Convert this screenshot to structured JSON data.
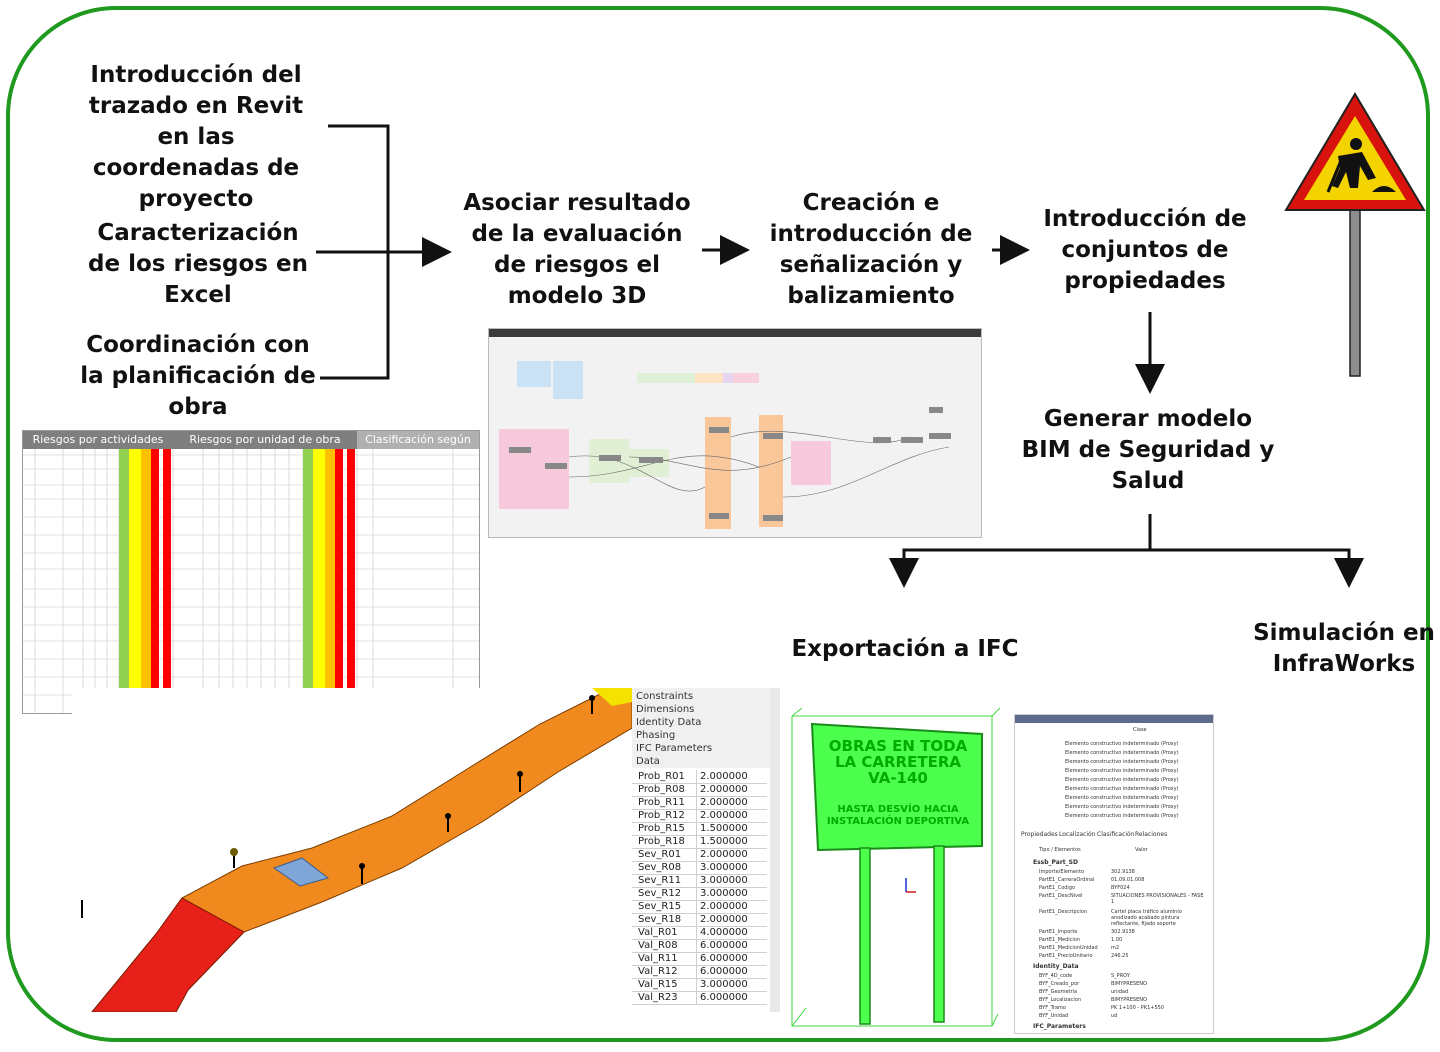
{
  "colors": {
    "border": "#1f9a1f",
    "risk_red": "#ff0000",
    "risk_yellow": "#ffff00",
    "risk_green": "#92d050",
    "road_orange": "#f08a1f",
    "road_red": "#e8201a",
    "sign_green": "#4cff4c"
  },
  "inputs": {
    "step1": "Introducción del trazado en Revit en las coordenadas de proyecto",
    "step2": "Caracterización de los riesgos en Excel",
    "step3": "Coordinación con la planificación de obra"
  },
  "flow": {
    "associate": "Asociar resultado de la evaluación de riesgos el modelo 3D",
    "signage": "Creación e introducción de señalización y balizamiento",
    "property_sets": "Introducción de conjuntos de propiedades",
    "generate": "Generar modelo BIM de Seguridad y Salud",
    "export_ifc": "Exportación a IFC",
    "simulation": "Simulación en InfraWorks"
  },
  "risk_table": {
    "headers": [
      "Riesgos por actividades",
      "Riesgos por unidad de obra",
      "Clasificación según INSHT"
    ]
  },
  "revit_properties": {
    "groups": [
      "Constraints",
      "Dimensions",
      "Identity Data",
      "Phasing",
      "IFC Parameters",
      "Data"
    ],
    "rows": [
      [
        "Prob_R01",
        "2.000000"
      ],
      [
        "Prob_R08",
        "2.000000"
      ],
      [
        "Prob_R11",
        "2.000000"
      ],
      [
        "Prob_R12",
        "2.000000"
      ],
      [
        "Prob_R15",
        "1.500000"
      ],
      [
        "Prob_R18",
        "1.500000"
      ],
      [
        "Sev_R01",
        "2.000000"
      ],
      [
        "Sev_R08",
        "3.000000"
      ],
      [
        "Sev_R11",
        "3.000000"
      ],
      [
        "Sev_R12",
        "3.000000"
      ],
      [
        "Sev_R15",
        "2.000000"
      ],
      [
        "Sev_R18",
        "2.000000"
      ],
      [
        "Val_R01",
        "4.000000"
      ],
      [
        "Val_R08",
        "6.000000"
      ],
      [
        "Val_R11",
        "6.000000"
      ],
      [
        "Val_R12",
        "6.000000"
      ],
      [
        "Val_R15",
        "3.000000"
      ],
      [
        "Val_R23",
        "6.000000"
      ]
    ]
  },
  "sign": {
    "line1": "OBRAS EN TODA",
    "line2": "LA CARRETERA",
    "line3": "VA-140",
    "line4": "HASTA DESVÍO HACIA",
    "line5": "INSTALACIÓN DEPORTIVA"
  },
  "ifc_viewer": {
    "tabs": [
      "Propiedades",
      "Localización",
      "Clasificación",
      "Relaciones"
    ],
    "col_type": "Tipo / Elementos",
    "col_value": "Valor",
    "class_label": "Clase",
    "element_label": "Elemento constructivo indeterminado (Proxy)",
    "group": "Essb_Part_SD",
    "rows": [
      [
        "Importe/Elemento",
        "302.9138"
      ],
      [
        "PartE1_CarreraOrdinal",
        "01.09.01.008"
      ],
      [
        "PartE1_Codigo",
        "BYF024"
      ],
      [
        "PartE1_DescNivel",
        "SITUACIONES PROVISIONALES - FASE 1"
      ],
      [
        "PartE1_Descripcion",
        "Cartel placa tráfico aluminio anodizado acabado pintura reflectante, fijado soporte"
      ],
      [
        "PartE1_Importe",
        "302.9138"
      ],
      [
        "PartE1_Medicion",
        "1.00"
      ],
      [
        "PartE1_MedicionUnidad",
        "m2"
      ],
      [
        "PartE1_PrecioUnitario",
        "246.25"
      ]
    ],
    "group2": "Identity_Data",
    "rows2": [
      [
        "BYF_4D_code",
        "S_PROY"
      ],
      [
        "BYF_Creado_por",
        "BIMYPRESENO"
      ],
      [
        "BYF_Geometria",
        "unidad"
      ],
      [
        "BYF_Localizacion",
        "BIMYPRESENO"
      ],
      [
        "BYF_Tramo",
        "PK 1+100 - PK1+550"
      ],
      [
        "BYF_Unidad",
        "ud"
      ]
    ],
    "group3": "IFC_Parameters"
  }
}
